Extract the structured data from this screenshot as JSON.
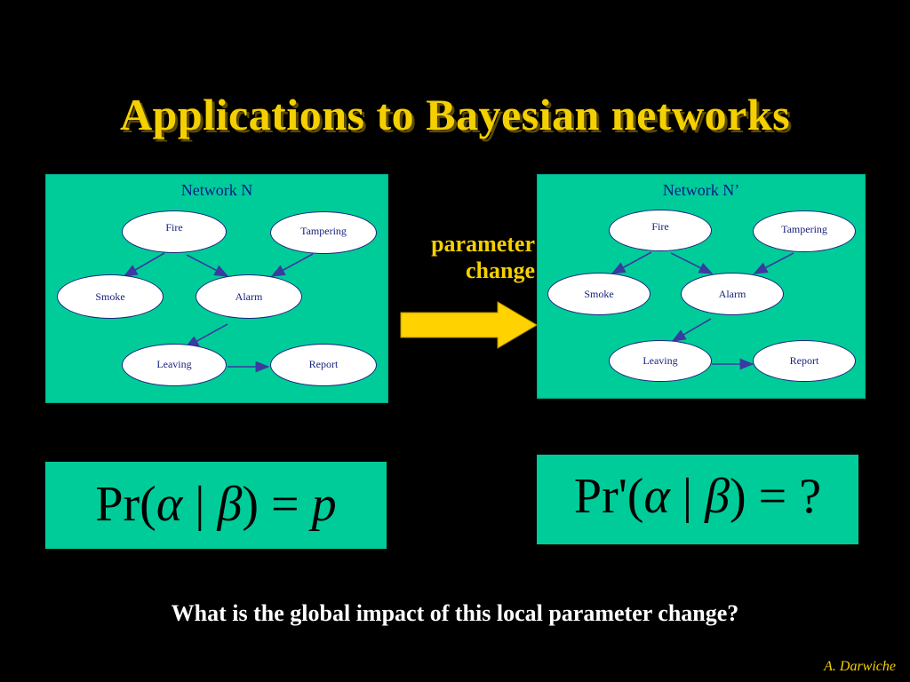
{
  "slide": {
    "title": "Applications to Bayesian networks",
    "param_label_line1": "parameter",
    "param_label_line2": "change",
    "question": "What is the global impact of this local parameter change?",
    "author": "A. Darwiche"
  },
  "network_left": {
    "title": "Network N",
    "nodes": {
      "fire": "Fire",
      "tampering": "Tampering",
      "smoke": "Smoke",
      "alarm": "Alarm",
      "leaving": "Leaving",
      "report": "Report"
    }
  },
  "network_right": {
    "title": "Network N’",
    "nodes": {
      "fire": "Fire",
      "tampering": "Tampering",
      "smoke": "Smoke",
      "alarm": "Alarm",
      "leaving": "Leaving",
      "report": "Report"
    }
  },
  "formula_left": {
    "pr": "Pr(",
    "alpha": "α",
    "bar": " | ",
    "beta": "β",
    "close": ")",
    "eq": " = ",
    "rhs": "p"
  },
  "formula_right": {
    "pr": "Pr'(",
    "alpha": "α",
    "bar": " | ",
    "beta": "β",
    "close": ")",
    "eq": " = ",
    "rhs": "?"
  },
  "colors": {
    "title": "#f5d000",
    "box": "#00cc99",
    "node_text": "#1a237e",
    "edge": "#3a3aa0",
    "arrow": "#ffd200"
  }
}
